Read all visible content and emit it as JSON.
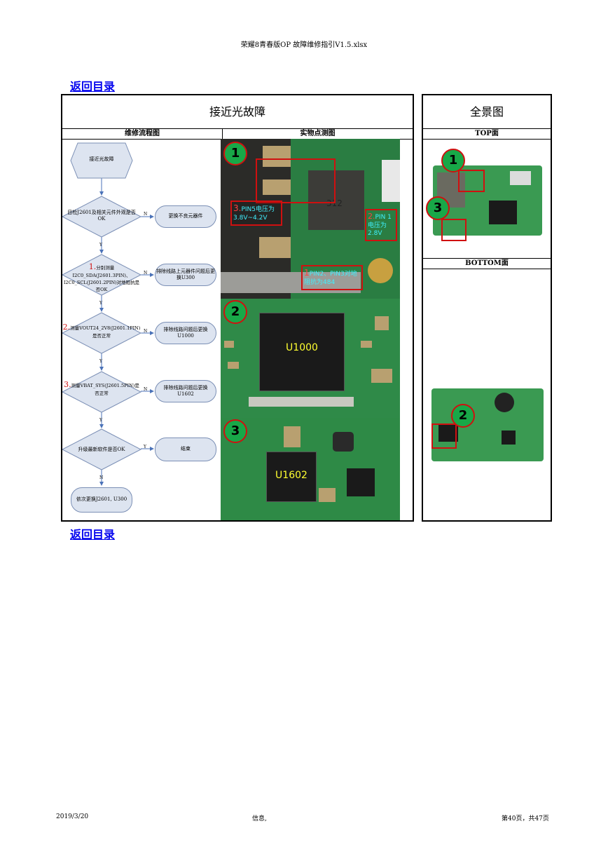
{
  "header": {
    "title": "荣耀8青春版OP 故障维修指引V1.5.xlsx"
  },
  "back_link": "返回目录",
  "main_table": {
    "title": "接近光故障",
    "col1_label": "维修流程图",
    "col2_label": "实物点测图"
  },
  "overview": {
    "title": "全景图",
    "top_label": "TOP面",
    "bottom_label": "BOTTOM面"
  },
  "flowchart": {
    "start": "接近光故障",
    "q1": "目检J2601及相关元件外观是否OK",
    "a1": "更换不良元器件",
    "q2_num": "1.",
    "q2": "分别测量I2C0_SDA(J2601.3PIN)、I2C0_SCL(J2601.2PIN)对地阻抗是否OK",
    "a2": "排除线路上元器件问题后更换U300",
    "q3_num": "2.",
    "q3": "测量VOUT24_2V8(J2601.1PIN)是否正常",
    "a3": "排除线路问题后更换U1000",
    "q4_num": "3.",
    "q4": "测量VBAT_SYS(J2601.5PIN)是否正常",
    "a4": "排除线路问题后更换U1602",
    "q5": "升级最新软件是否OK",
    "a5": "结束",
    "end": "依次更换J2601, U300",
    "yes": "Y",
    "no": "N"
  },
  "photo_annotations": {
    "m1": "1",
    "m2": "2",
    "m3": "3",
    "pin5_num": "3.",
    "pin5": "PIN5电压为3.8V~4.2V",
    "pin1_num": "2.",
    "pin1": "PIN 1电压为2.8V",
    "pin23_num": "1",
    "pin23": "PIN2、PIN3对地阻抗为484",
    "u1000": "U1000",
    "u1602": "U1602",
    "conn_label": "312"
  },
  "footer": {
    "date": "2019/3/20",
    "center": "信息,",
    "page": "第40页，共47页"
  }
}
